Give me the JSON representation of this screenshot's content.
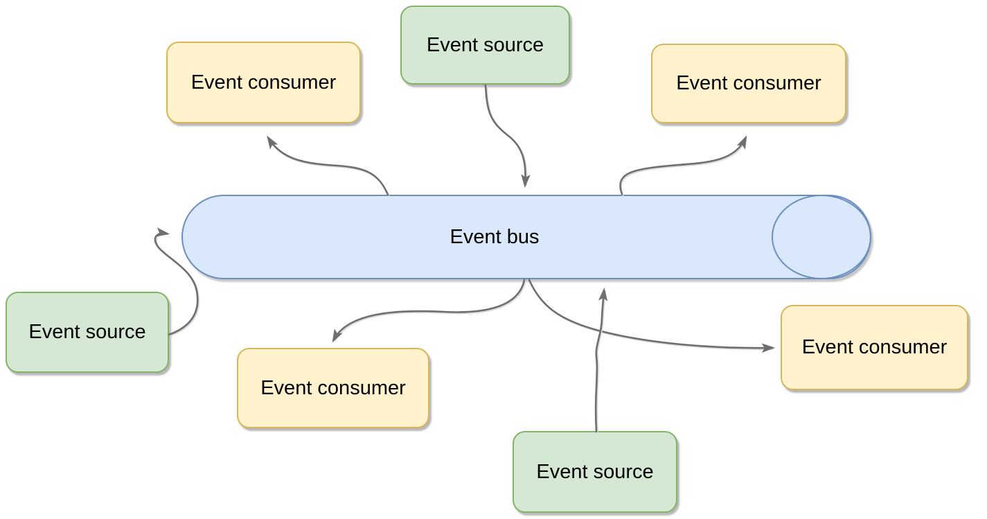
{
  "diagram": {
    "bus": {
      "label": "Event bus"
    },
    "nodes": [
      {
        "id": "event-source-top",
        "label": "Event source",
        "kind": "source"
      },
      {
        "id": "event-consumer-top-left",
        "label": "Event consumer",
        "kind": "consumer"
      },
      {
        "id": "event-consumer-top-right",
        "label": "Event consumer",
        "kind": "consumer"
      },
      {
        "id": "event-source-left",
        "label": "Event source",
        "kind": "source"
      },
      {
        "id": "event-consumer-bottom-left",
        "label": "Event consumer",
        "kind": "consumer"
      },
      {
        "id": "event-source-bottom",
        "label": "Event source",
        "kind": "source"
      },
      {
        "id": "event-consumer-bottom-right",
        "label": "Event consumer",
        "kind": "consumer"
      }
    ],
    "edges": [
      {
        "from": "event-source-top",
        "to": "event-bus"
      },
      {
        "from": "event-bus",
        "to": "event-consumer-top-left"
      },
      {
        "from": "event-bus",
        "to": "event-consumer-top-right"
      },
      {
        "from": "event-source-left",
        "to": "event-bus"
      },
      {
        "from": "event-bus",
        "to": "event-consumer-bottom-left"
      },
      {
        "from": "event-bus",
        "to": "event-consumer-bottom-right"
      },
      {
        "from": "event-source-bottom",
        "to": "event-bus"
      }
    ],
    "colors": {
      "source_fill": "#d5e8d4",
      "source_border": "#82b366",
      "consumer_fill": "#fff2cc",
      "consumer_border": "#d6b656",
      "bus_fill": "#dae8fc",
      "bus_border": "#6c8ebf",
      "arrow": "#6e6e6e",
      "arrow_highlight": "#d8d8d8",
      "text": "#000000",
      "background": "#ffffff"
    }
  }
}
